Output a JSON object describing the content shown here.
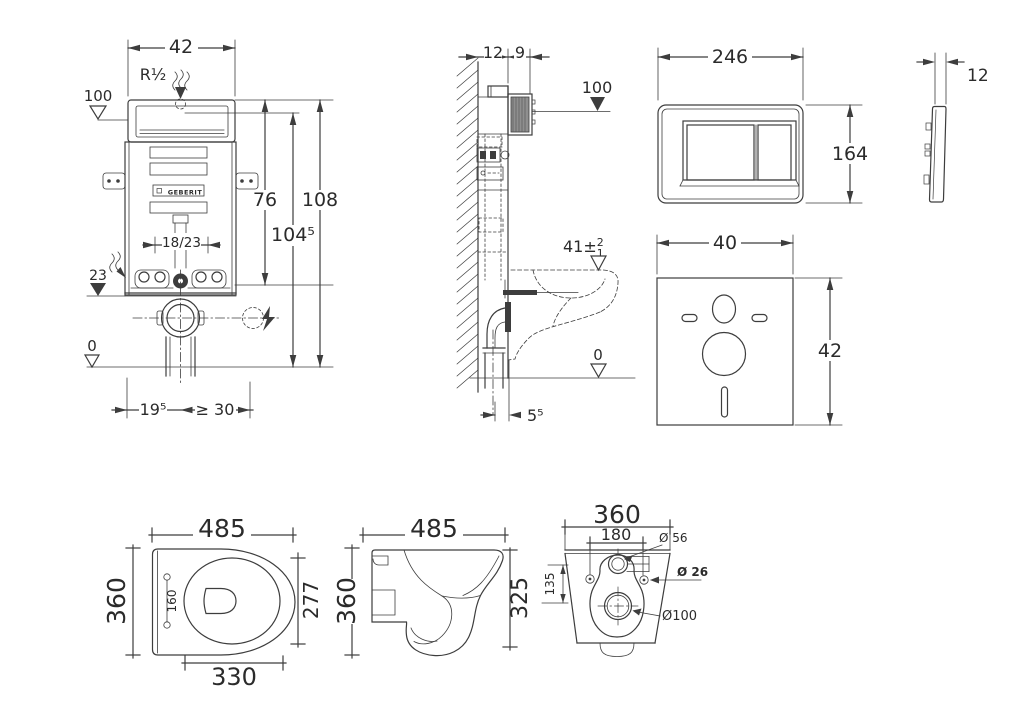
{
  "page": {
    "background": "#ffffff",
    "line_color": "#3d3d3d",
    "text_color": "#2b2b2b"
  },
  "diagrams": {
    "cistern_front": {
      "labels": {
        "width_top": "42",
        "supply_thread": "R½",
        "level_supply": "100",
        "dim_76": "76",
        "dim_104_5": "104⁵",
        "dim_108": "108",
        "pipe_offset": "18/23",
        "level_23": "23",
        "level_0": "0",
        "dim_19_5": "19⁵",
        "dim_min_30": "≥ 30",
        "brand": "GEBERIT"
      }
    },
    "cistern_side": {
      "labels": {
        "dim_12": "12",
        "dim_9": "9",
        "level_100": "100",
        "level_41": "41±",
        "tol_plus": "2",
        "tol_minus": "1",
        "level_0": "0",
        "dim_5_5": "5⁵"
      }
    },
    "flush_plate_front": {
      "labels": {
        "width": "246",
        "height": "164"
      }
    },
    "flush_plate_side": {
      "labels": {
        "depth": "12"
      }
    },
    "sound_mat": {
      "labels": {
        "width": "40",
        "height": "42"
      }
    },
    "wc_top_view": {
      "labels": {
        "length": "485",
        "width": "360",
        "bowl_width": "277",
        "hinge_spacing": "160",
        "inner_length": "330"
      }
    },
    "wc_side_view": {
      "labels": {
        "length": "485",
        "height": "360",
        "front_height": "325"
      }
    },
    "wc_rear_view": {
      "labels": {
        "width": "360",
        "hole_spacing": "180",
        "inlet_diameter": "Ø 56",
        "fixing_diameter": "Ø 26",
        "center_distance": "135",
        "outlet_diameter": "Ø100"
      }
    }
  }
}
